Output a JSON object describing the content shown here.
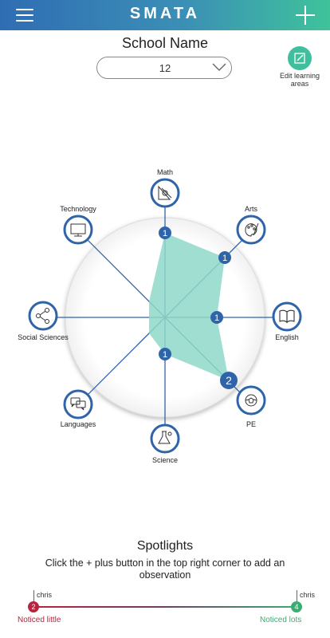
{
  "header": {
    "brand": "SMATA",
    "colors": {
      "gradient_start": "#2f6db3",
      "gradient_end": "#3fc39b"
    }
  },
  "school": {
    "title": "School Name",
    "selected_grade": "12"
  },
  "edit": {
    "label": "Edit learning areas",
    "icon": "pencil-icon"
  },
  "learning_areas": [
    {
      "name": "Math",
      "value": "1",
      "icon": "geometry-tools-icon"
    },
    {
      "name": "Arts",
      "value": "1",
      "icon": "palette-icon"
    },
    {
      "name": "English",
      "value": "1",
      "icon": "book-icon"
    },
    {
      "name": "PE",
      "value": "2",
      "icon": "ball-icon"
    },
    {
      "name": "Science",
      "value": "1",
      "icon": "flask-icon"
    },
    {
      "name": "Languages",
      "value": "",
      "icon": "speech-bubbles-icon"
    },
    {
      "name": "Social Sciences",
      "value": "",
      "icon": "share-icon"
    },
    {
      "name": "Technology",
      "value": "",
      "icon": "monitor-icon"
    }
  ],
  "radar_fill_color": "#8ed8c8",
  "spotlights": {
    "title": "Spotlights",
    "text": "Click the + plus button in the top right corner to add an observation",
    "left_user": "chris",
    "right_user": "chris",
    "left_count": "2",
    "right_count": "4",
    "left_label": "Noticed little",
    "right_label": "Noticed lots",
    "left_color": "#b8243e",
    "right_color": "#3aad72"
  }
}
